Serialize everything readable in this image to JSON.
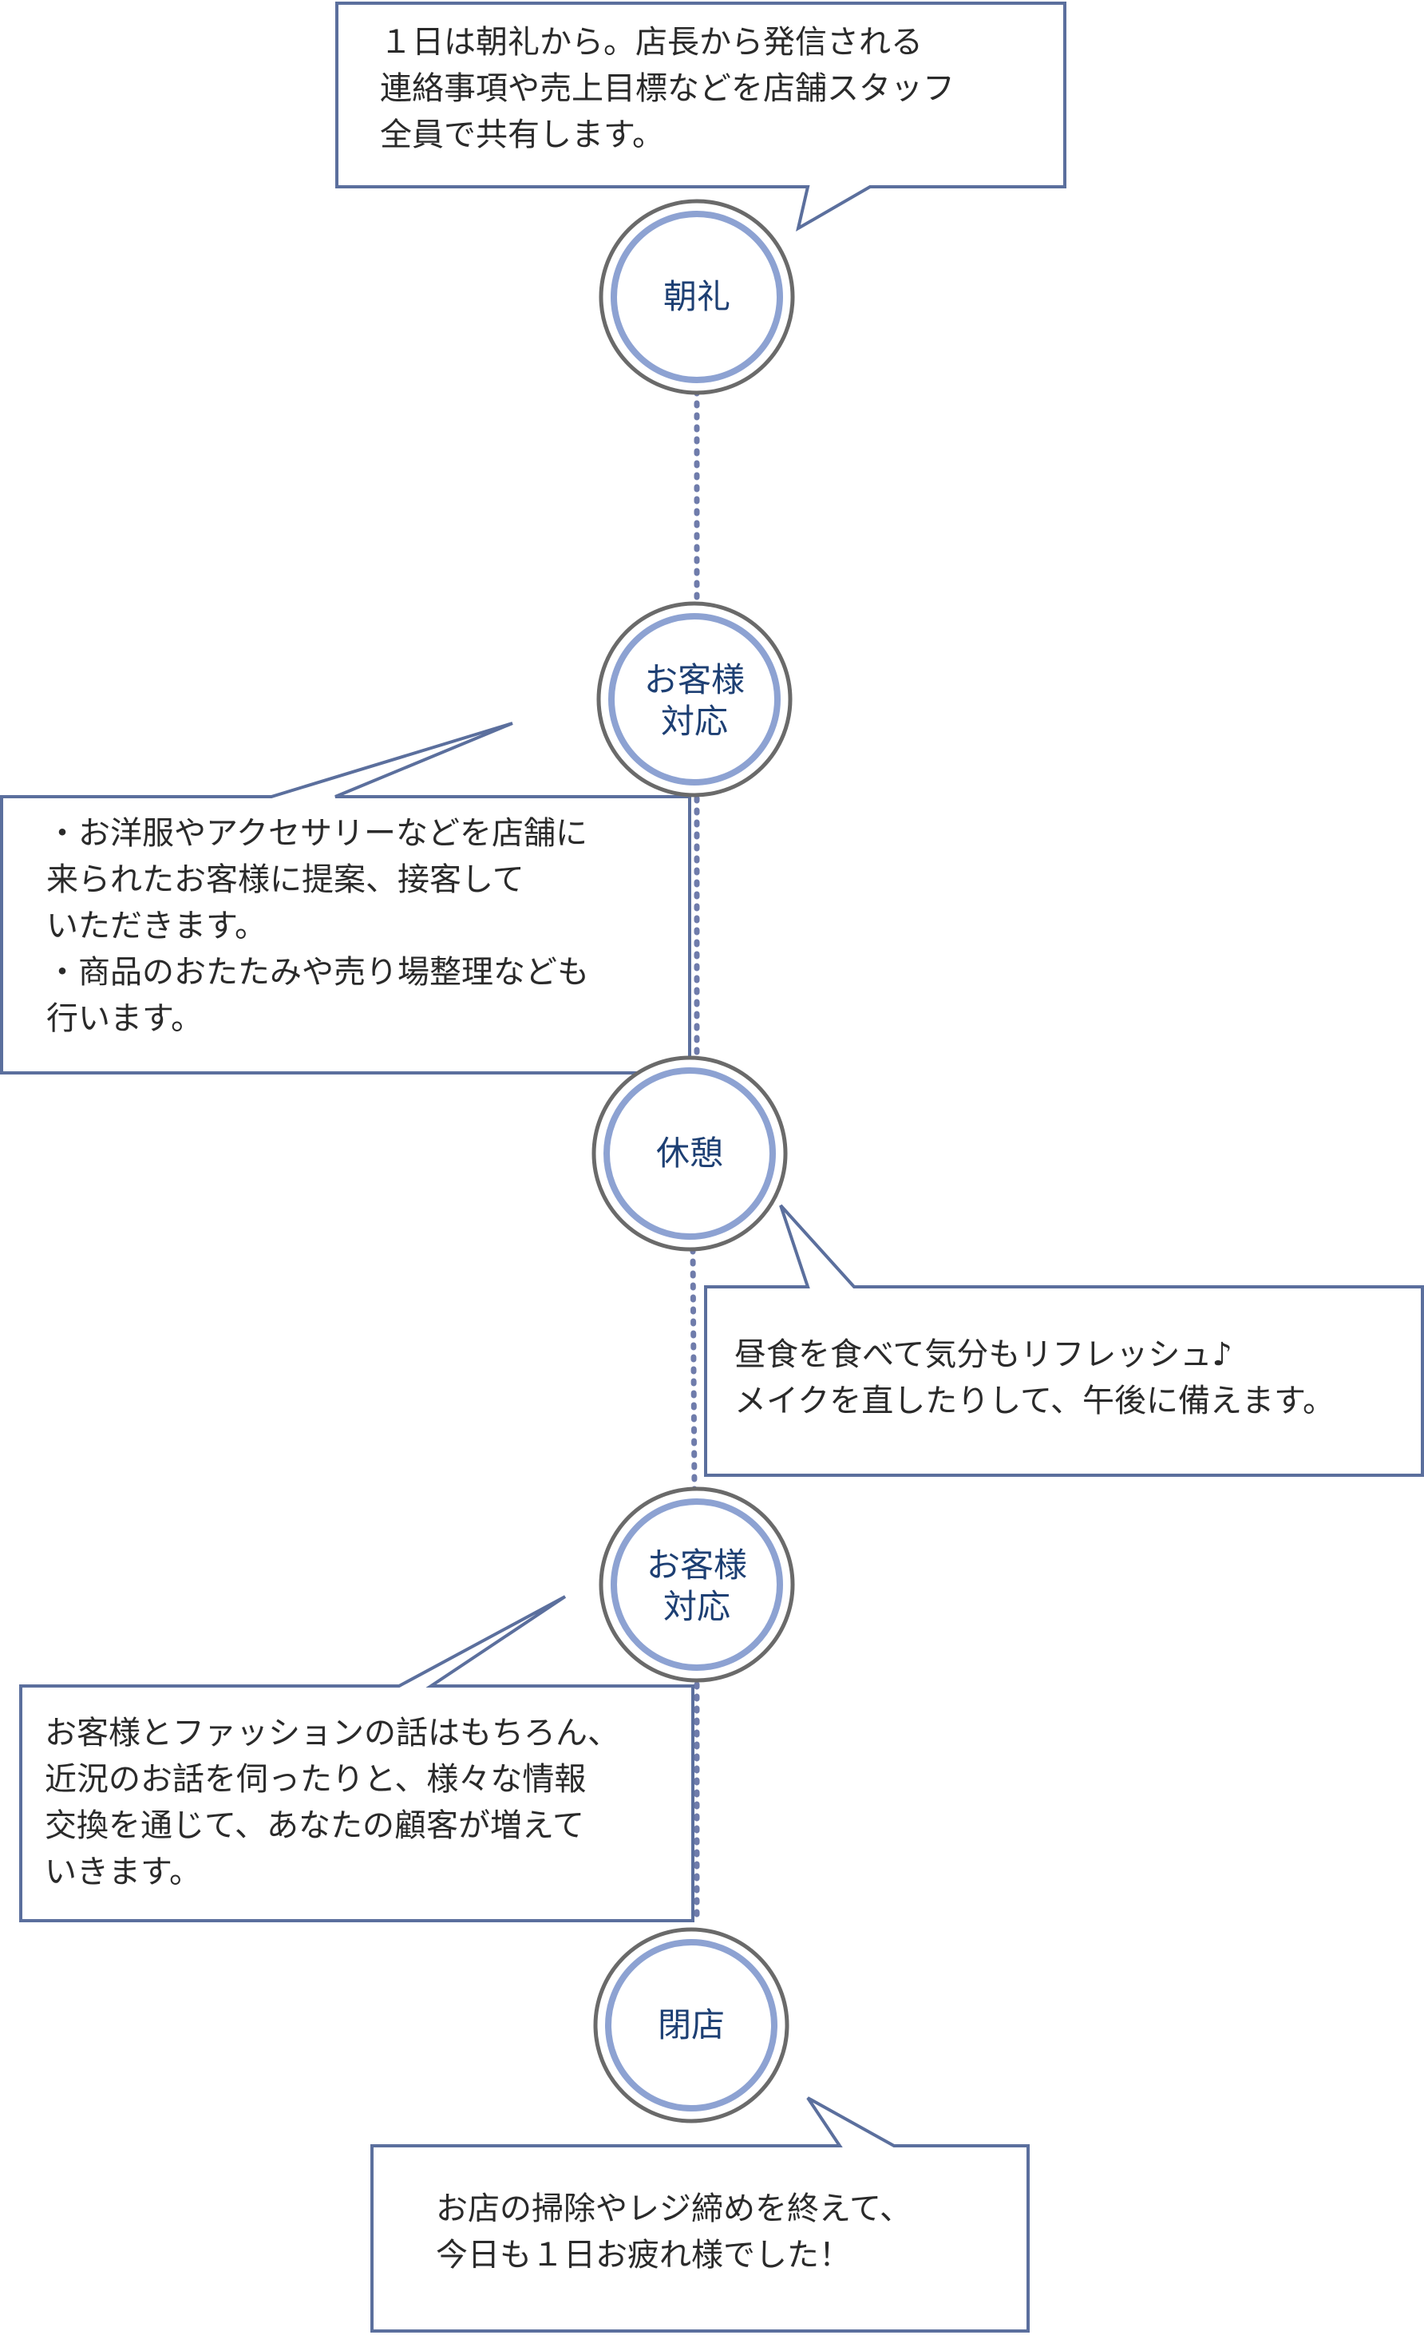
{
  "colors": {
    "bubble_border": "#5b6f9d",
    "circle_outer": "#6a6a6a",
    "circle_inner": "#8da2d2",
    "connector": "#6f7cab",
    "node_text": "#1d3f73",
    "body_text": "#2a2a2a"
  },
  "nodes": [
    {
      "label": "朝礼"
    },
    {
      "label": "お客様\n対応"
    },
    {
      "label": "休憩"
    },
    {
      "label": "お客様\n対応"
    },
    {
      "label": "閉店"
    }
  ],
  "bubbles": [
    {
      "text": "１日は朝礼から。店長から発信される\n連絡事項や売上目標などを店舗スタッフ\n全員で共有します。"
    },
    {
      "text": "・お洋服やアクセサリーなどを店舗に\n来られたお客様に提案、接客して\nいただきます。\n・商品のおたたみや売り場整理なども\n行います。"
    },
    {
      "text": "昼食を食べて気分もリフレッシュ♪\nメイクを直したりして、午後に備えます。"
    },
    {
      "text": "お客様とファッションの話はもちろん、\n近況のお話を伺ったりと、様々な情報\n交換を通じて、あなたの顧客が増えて\nいきます。"
    },
    {
      "text": "お店の掃除やレジ締めを終えて、\n今日も１日お疲れ様でした！"
    }
  ]
}
